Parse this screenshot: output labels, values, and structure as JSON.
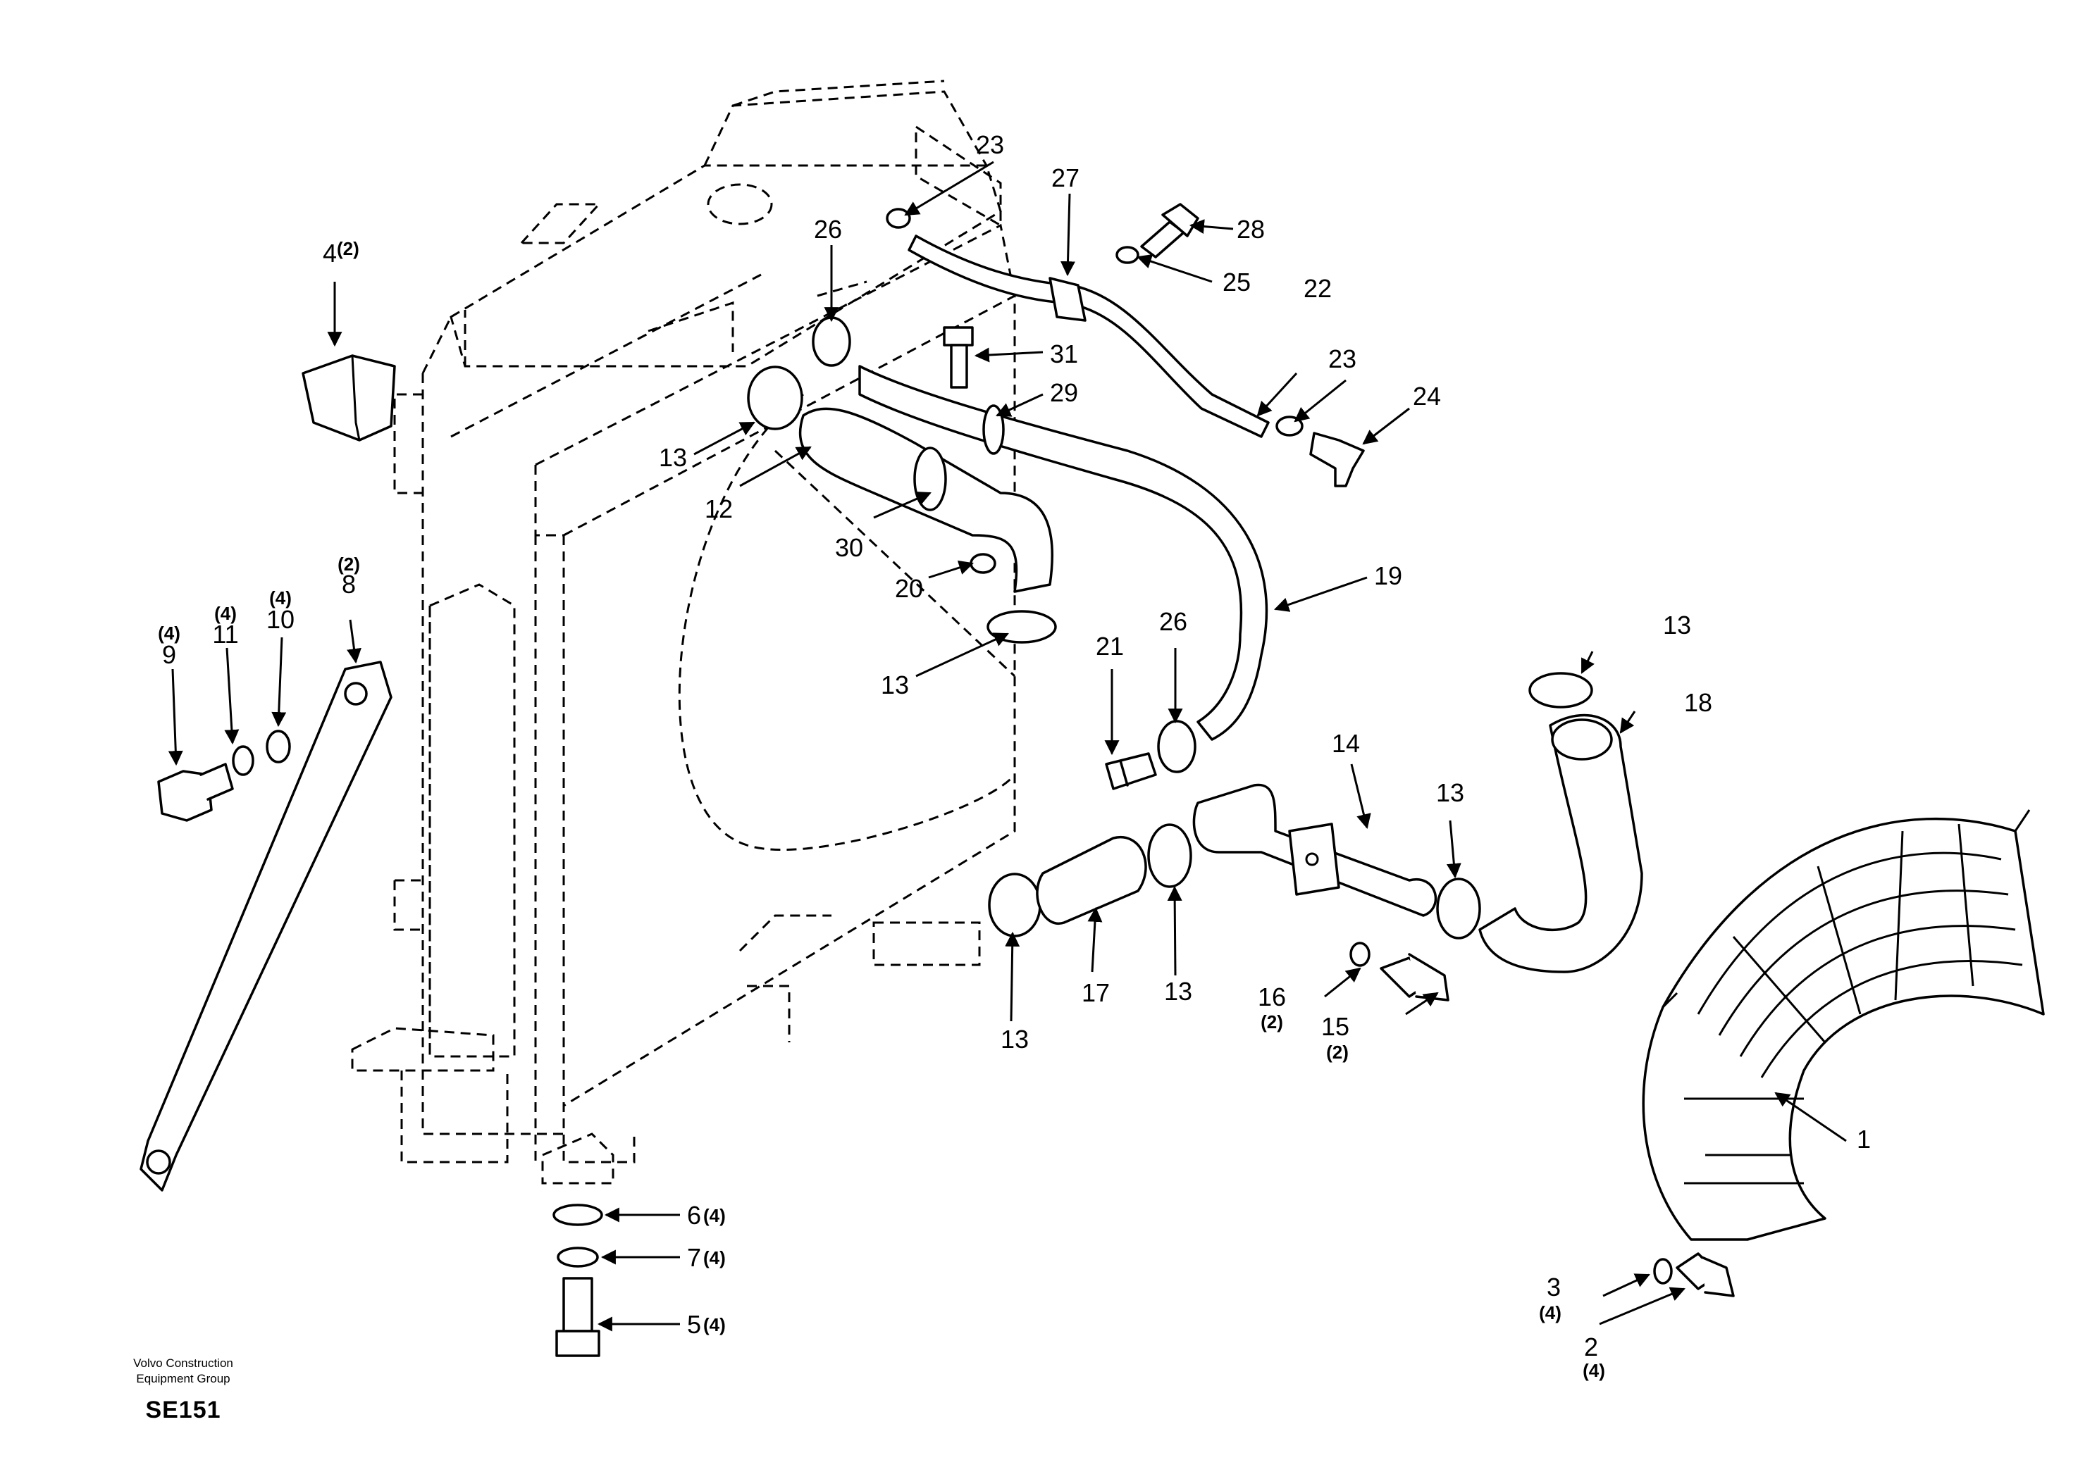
{
  "footer": {
    "company_line1": "Volvo Construction",
    "company_line2": "Equipment Group",
    "drawing_code": "SE151"
  },
  "callouts": [
    {
      "number": "1",
      "qty": ""
    },
    {
      "number": "2",
      "qty": "(4)"
    },
    {
      "number": "3",
      "qty": "(4)"
    },
    {
      "number": "4",
      "qty": "(2)"
    },
    {
      "number": "5",
      "qty": "(4)"
    },
    {
      "number": "6",
      "qty": "(4)"
    },
    {
      "number": "7",
      "qty": "(4)"
    },
    {
      "number": "8",
      "qty": "(2)"
    },
    {
      "number": "9",
      "qty": "(4)"
    },
    {
      "number": "10",
      "qty": "(4)"
    },
    {
      "number": "11",
      "qty": "(4)"
    },
    {
      "number": "12",
      "qty": ""
    },
    {
      "number": "13",
      "qty": ""
    },
    {
      "number": "14",
      "qty": ""
    },
    {
      "number": "15",
      "qty": "(2)"
    },
    {
      "number": "16",
      "qty": "(2)"
    },
    {
      "number": "17",
      "qty": ""
    },
    {
      "number": "18",
      "qty": ""
    },
    {
      "number": "19",
      "qty": ""
    },
    {
      "number": "20",
      "qty": ""
    },
    {
      "number": "21",
      "qty": ""
    },
    {
      "number": "22",
      "qty": ""
    },
    {
      "number": "23",
      "qty": ""
    },
    {
      "number": "24",
      "qty": ""
    },
    {
      "number": "25",
      "qty": ""
    },
    {
      "number": "26",
      "qty": ""
    },
    {
      "number": "27",
      "qty": ""
    },
    {
      "number": "28",
      "qty": ""
    },
    {
      "number": "29",
      "qty": ""
    },
    {
      "number": "30",
      "qty": ""
    },
    {
      "number": "31",
      "qty": ""
    }
  ]
}
